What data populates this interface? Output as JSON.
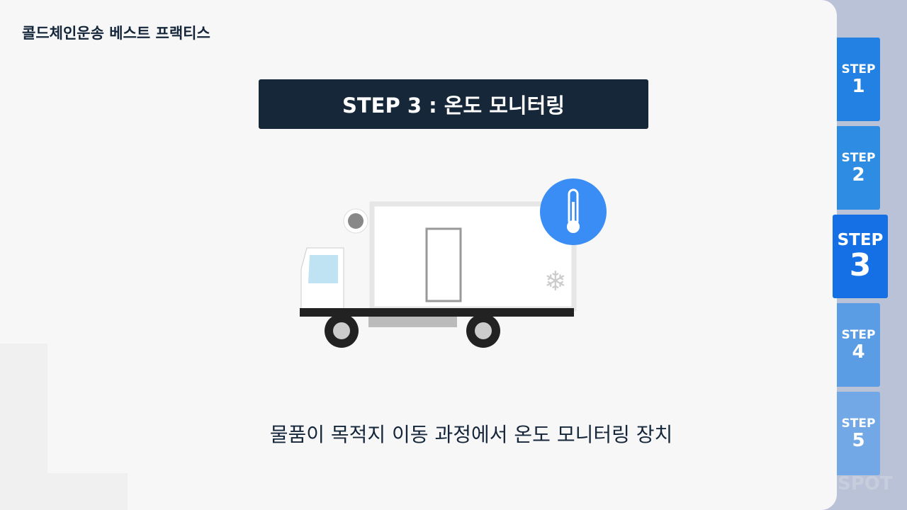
{
  "header": {
    "title": "콜드체인운송 베스트 프랙티스"
  },
  "banner": {
    "title": "STEP 3 : 온도 모니터링"
  },
  "caption": "물품이 목적지 이동 과정에서 온도 모니터링 장치",
  "steps": [
    {
      "label": "STEP",
      "number": "1",
      "color": "#2281e3"
    },
    {
      "label": "STEP",
      "number": "2",
      "color": "#2e8ce2"
    },
    {
      "label": "STEP",
      "number": "3",
      "color": "#1570e6"
    },
    {
      "label": "STEP",
      "number": "4",
      "color": "#5b9de4"
    },
    {
      "label": "STEP",
      "number": "5",
      "color": "#71a8e5"
    }
  ],
  "active_step": 3,
  "watermark": "SPOT"
}
